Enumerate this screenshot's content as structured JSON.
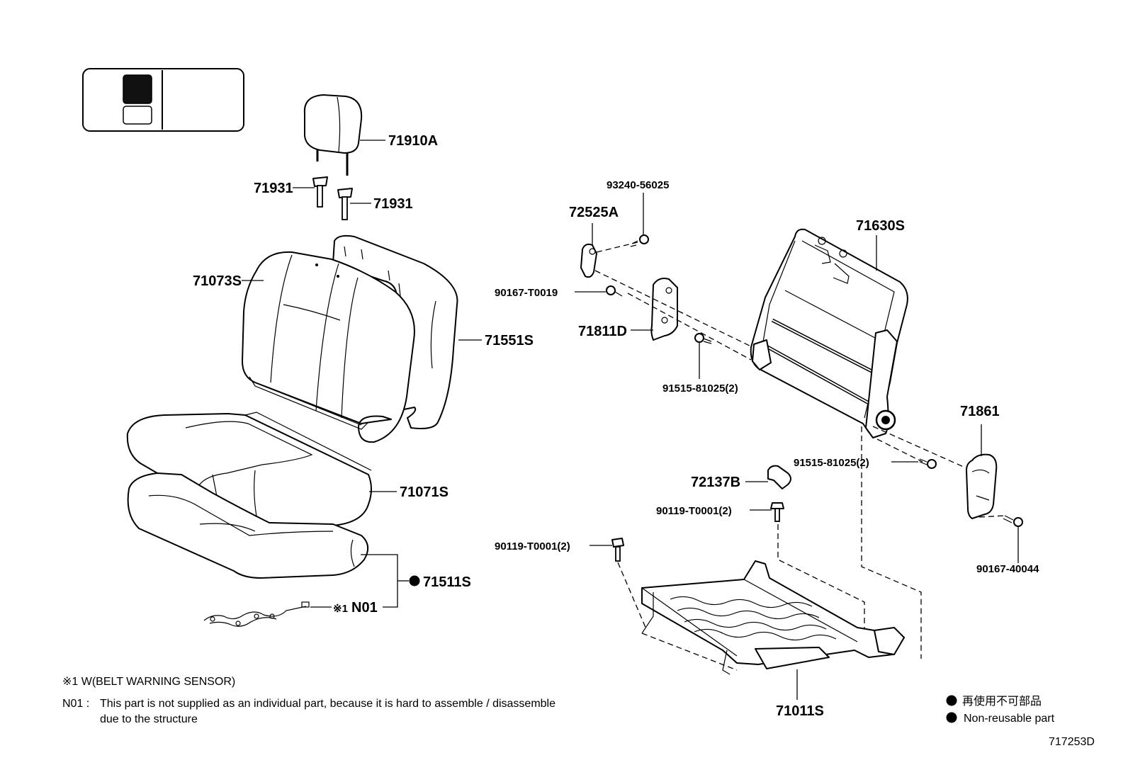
{
  "parts": {
    "headrest": "71910A",
    "headrest_support_left": "71931",
    "headrest_support_right": "71931",
    "back_cover": "71073S",
    "back_pad": "71551S",
    "cushion_cover": "71071S",
    "cushion_assembly": "71511S",
    "sensor_harness": "N01",
    "sensor_mark": "※1",
    "hinge_cover": "72525A",
    "screw_top": "93240-56025",
    "screw_cover": "90167-T0019",
    "hinge_bracket": "71811D",
    "bolt_upper": "91515-81025(2)",
    "back_frame": "71630S",
    "side_cover": "71861",
    "bolt_lower": "91515-81025(2)",
    "striker_cover": "72137B",
    "bolt_cushion_right": "90119-T0001(2)",
    "bolt_cushion_left": "90119-T0001(2)",
    "screw_side": "90167-40044",
    "cushion_frame": "71011S"
  },
  "notes": {
    "note1": "※1 W(BELT WARNING SENSOR)",
    "n01_code": "N01 :",
    "n01_line1": "This part is not supplied as an individual part, because it is hard to assemble / disassemble",
    "n01_line2": "due to the structure"
  },
  "legend": {
    "jp": "再使用不可部品",
    "en": "Non-reusable part"
  },
  "diagram_id": "717253D"
}
